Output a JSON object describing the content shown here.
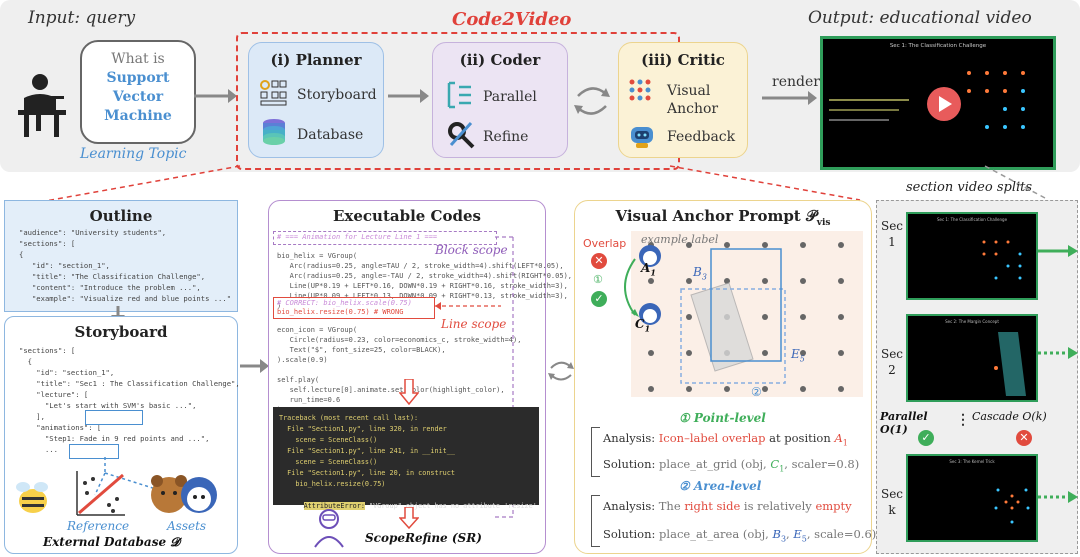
{
  "header": {
    "input_label": "Input: query",
    "title": "Code2Video",
    "output_label": "Output: educational video"
  },
  "query": {
    "line1": "What is",
    "line2": "Support",
    "line3": "Vector",
    "line4": "Machine",
    "learning_topic": "Learning Topic"
  },
  "planner": {
    "title": "(i) Planner",
    "item1": "Storyboard",
    "item2": "Database"
  },
  "coder": {
    "title": "(ii) Coder",
    "item1": "Parallel",
    "item2": "Refine"
  },
  "critic": {
    "title": "(iii) Critic",
    "item1a": "Visual",
    "item1b": "Anchor",
    "item2": "Feedback"
  },
  "render_label": "render",
  "video": {
    "main_title": "Sec 1: The Classification Challenge",
    "splits_label": "section video splits",
    "sec1_title": "Sec 1: The Classification Challenge",
    "sec2_title": "Sec 2: The Margin Concept",
    "sec3_title": "Sec 3: The Kernel Trick",
    "sec1_label_a": "Sec",
    "sec1_label_b": "1",
    "sec2_label_a": "Sec",
    "sec2_label_b": "2",
    "sec3_label_a": "Sec",
    "sec3_label_b": "k",
    "parallel": "Parallel O(1)",
    "cascade": "Cascade O(k)"
  },
  "outline": {
    "title": "Outline",
    "code": "\"audience\": \"University students\",\n\"sections\": [\n{\n   \"id\": \"section_1\",\n   \"title\": \"The Classification Challenge\",\n   \"content\": \"Introduce the problem ...\",\n   \"example\": \"Visualize red and blue points ...\""
  },
  "storyboard": {
    "title": "Storyboard",
    "code": "\"sections\": [\n  {\n    \"id\": \"section_1\",\n    \"title\": \"Sec1 : The Classification Challenge\",\n    \"lecture\": [\n      \"Let's start with SVM's basic ...\",\n    ],\n    \"animations\": [\n      \"Step1: Fade in 9 red points and ...\",\n      ...",
    "reference": "Reference",
    "assets": "Assets",
    "external_db": "External Database 𝓓"
  },
  "codes": {
    "title": "Executable Codes",
    "block_scope": "Block scope",
    "line_scope": "Line scope",
    "comment": "# === Animation for Lecture Line 1 ===",
    "code1": "bio_helix = VGroup(\n   Arc(radius=0.25, angle=TAU / 2, stroke_width=4).shift(LEFT*0.05),\n   Arc(radius=0.25, angle=-TAU / 2, stroke_width=4).shift(RIGHT*0.05),\n   Line(UP*0.19 + LEFT*0.16, DOWN*0.19 + RIGHT*0.16, stroke_width=3),\n   Line(UP*0.09 + LEFT*0.13, DOWN*0.09 + RIGHT*0.13, stroke_width=3),\n)",
    "correct": "# CORRECT: bio_helix.scale(0.75)",
    "wrong": "bio_helix.resize(0.75) # WRONG",
    "code2": "econ_icon = VGroup(\n   Circle(radius=0.23, color=economics_c, stroke_width=4),\n   Text(\"$\", font_size=25, color=BLACK),\n).scale(0.9)\n\nself.play(\n   self.lecture[0].animate.set_color(highlight_color),\n   run_time=0.6\n)",
    "traceback": "Traceback (most recent call last):\n  File \"Section1.py\", line 320, in render\n    scene = SceneClass()\n  File \"Section1.py\", line 241, in __init__\n    scene = SceneClass()\n  File \"Section1.py\", line 20, in construct\n    bio_helix.resize(0.75)",
    "error_name": "AttributeError:",
    "error_msg": " \"VGroup\" object has no attribute 'resize'",
    "scope_refine": "ScopeRefine (SR)"
  },
  "anchor": {
    "title": "Visual Anchor Prompt 𝒫",
    "title_sub": "vis",
    "overlap": "Overlap",
    "example_label": "example label",
    "a1": "A",
    "c1": "C",
    "b3": "B",
    "e5": "E",
    "point_level": "① Point-level",
    "analysis1_label": "Analysis:",
    "analysis1_text": "Icon–label overlap",
    "analysis1_rest": " at position ",
    "analysis1_pos": "A",
    "solution1_label": "Solution:",
    "solution1_a": "place_at_grid (obj, ",
    "solution1_c": "C",
    "solution1_b": ", scaler=0.8)",
    "area_level": "② Area-level",
    "analysis2_label": "Analysis:",
    "analysis2_a": "The ",
    "analysis2_b": "right side",
    "analysis2_c": " is relatively ",
    "analysis2_d": "empty",
    "solution2_label": "Solution:",
    "solution2_a": "place_at_area (obj, ",
    "solution2_b": "B",
    "solution2_c": ", ",
    "solution2_d": "E",
    "solution2_e": ", scale=0.6)"
  },
  "colors": {
    "planner_bg": "#dce9f7",
    "coder_bg": "#ece4f3",
    "critic_bg": "#fbf2d6",
    "title_red": "#e0413a",
    "learning_blue": "#4a8fd0",
    "green": "#3fae5a",
    "red": "#e14b3e"
  }
}
